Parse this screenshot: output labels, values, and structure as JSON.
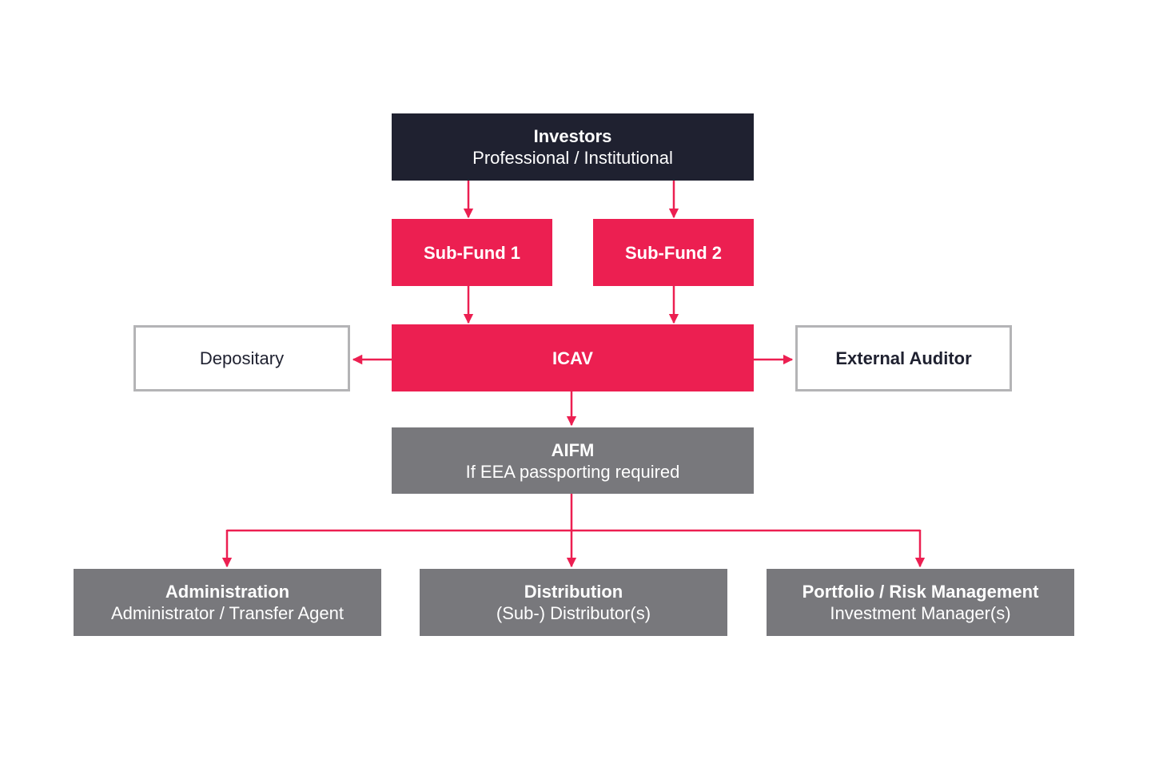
{
  "colors": {
    "arrow": "#ec1f51",
    "dark_box": "#1f2130",
    "pink_box": "#ec1f51",
    "grey_box": "#78787c",
    "outline_border": "#b4b4b6"
  },
  "nodes": {
    "investors": {
      "title": "Investors",
      "subtitle": "Professional / Institutional"
    },
    "subfund1": {
      "title": "Sub-Fund 1"
    },
    "subfund2": {
      "title": "Sub-Fund 2"
    },
    "icav": {
      "title": "ICAV"
    },
    "depositary": {
      "title": "Depositary"
    },
    "auditor": {
      "title": "External Auditor"
    },
    "aifm": {
      "title": "AIFM",
      "subtitle": "If EEA passporting required"
    },
    "administration": {
      "title": "Administration",
      "subtitle": "Administrator / Transfer Agent"
    },
    "distribution": {
      "title": "Distribution",
      "subtitle": "(Sub-) Distributor(s)"
    },
    "portfolio": {
      "title": "Portfolio / Risk Management",
      "subtitle": "Investment Manager(s)"
    }
  },
  "edges": [
    {
      "from": "investors",
      "to": "subfund1"
    },
    {
      "from": "investors",
      "to": "subfund2"
    },
    {
      "from": "subfund1",
      "to": "icav"
    },
    {
      "from": "subfund2",
      "to": "icav"
    },
    {
      "from": "icav",
      "to": "depositary"
    },
    {
      "from": "icav",
      "to": "auditor"
    },
    {
      "from": "icav",
      "to": "aifm"
    },
    {
      "from": "aifm",
      "to": "administration"
    },
    {
      "from": "aifm",
      "to": "distribution"
    },
    {
      "from": "aifm",
      "to": "portfolio"
    }
  ]
}
